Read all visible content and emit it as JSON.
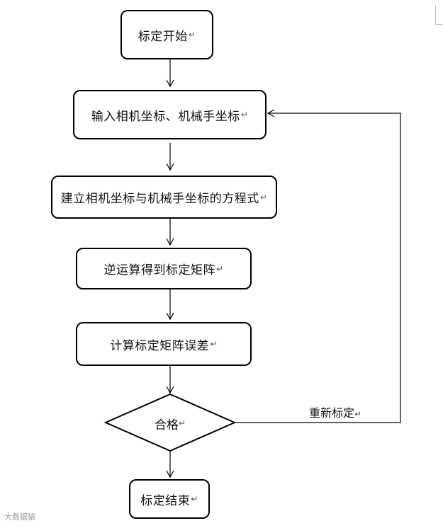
{
  "return_glyph": "↵",
  "flow": {
    "start": "标定开始",
    "input": "输入相机坐标、机械手坐标",
    "build": "建立相机坐标与机械手坐标的方程式",
    "inverse": "逆运算得到标定矩阵",
    "error": "计算标定矩阵误差",
    "decision": "合格",
    "end": "标定结束",
    "loop_label": "重新标定"
  },
  "watermark": "大数据猿"
}
